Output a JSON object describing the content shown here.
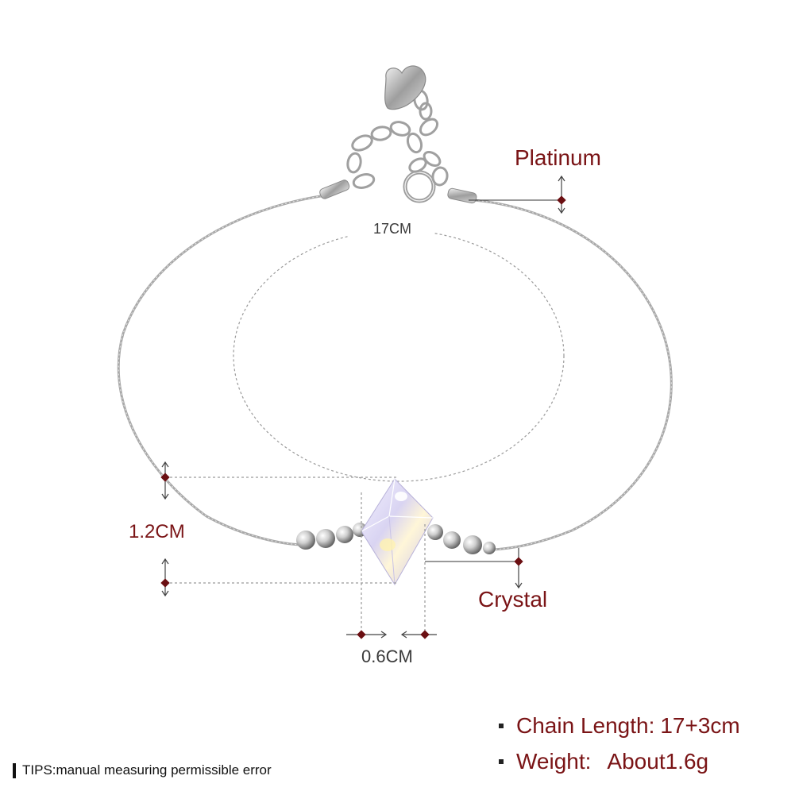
{
  "labels": {
    "material": "Platinum",
    "circumference": "17CM",
    "height": "1.2CM",
    "stone": "Crystal",
    "width": "0.6CM"
  },
  "specs": [
    {
      "key": "Chain Length:",
      "value": "17+3cm"
    },
    {
      "key": "Weight:",
      "value": "About1.6g"
    }
  ],
  "tips": "TIPS:manual measuring permissible error",
  "colors": {
    "label": "#7a1416",
    "marker": "#6b0f12",
    "chain": "#a9a9a9",
    "guide": "#9a9a9a"
  }
}
